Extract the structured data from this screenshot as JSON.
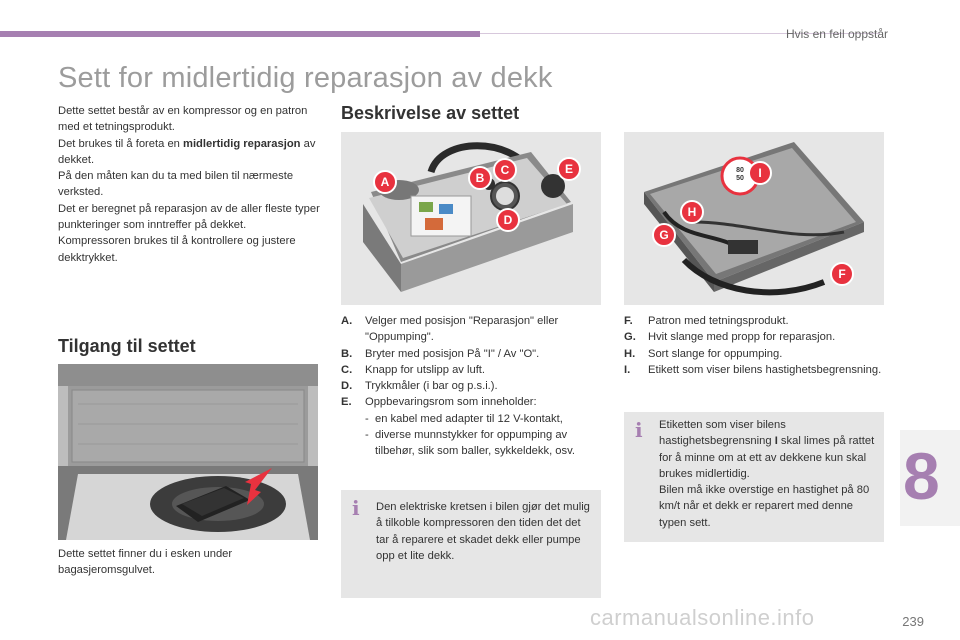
{
  "header": {
    "section": "Hvis en feil oppstår"
  },
  "title": "Sett for midlertidig reparasjon av dekk",
  "intro": [
    {
      "pre": "Dette settet består av en kompressor og en patron med et tetningsprodukt.",
      "bold": "",
      "post": ""
    },
    {
      "pre": "Det brukes til å foreta en ",
      "bold": "midlertidig reparasjon",
      "post": " av dekket."
    },
    {
      "pre": "På den måten kan du ta med bilen til nærmeste verksted.",
      "bold": "",
      "post": ""
    },
    {
      "pre": "Det er beregnet på reparasjon av de aller fleste typer punkteringer som inntreffer på dekket.",
      "bold": "",
      "post": ""
    },
    {
      "pre": "Kompressoren brukes til å kontrollere og justere dekktrykket.",
      "bold": "",
      "post": ""
    }
  ],
  "access": {
    "heading": "Tilgang til settet",
    "caption": "Dette settet finner du i esken under bagasjeromsgulvet."
  },
  "description": {
    "heading": "Beskrivelse av settet",
    "left_items": [
      {
        "letter": "A.",
        "text": "Velger med posisjon \"Reparasjon\" eller \"Oppumping\"."
      },
      {
        "letter": "B.",
        "text": "Bryter med posisjon På \"I\" / Av \"O\"."
      },
      {
        "letter": "C.",
        "text": "Knapp for utslipp av luft."
      },
      {
        "letter": "D.",
        "text": "Trykkmåler (i bar og p.s.i.)."
      },
      {
        "letter": "E.",
        "text": "Oppbevaringsrom som inneholder:"
      }
    ],
    "e_subitems": [
      "en kabel med adapter til 12 V-kontakt,",
      "diverse munnstykker for oppumping av tilbehør, slik som baller, sykkeldekk, osv."
    ],
    "right_items": [
      {
        "letter": "F.",
        "text": "Patron med tetningsprodukt."
      },
      {
        "letter": "G.",
        "text": "Hvit slange med propp for reparasjon."
      },
      {
        "letter": "H.",
        "text": "Sort slange for oppumping."
      },
      {
        "letter": "I.",
        "text": "Etikett som viser bilens hastighetsbegrensning."
      }
    ]
  },
  "info_left": {
    "text": "Den elektriske kretsen i bilen gjør det mulig å tilkoble kompressoren den tiden det det tar å reparere et skadet dekk eller pumpe opp et lite dekk."
  },
  "info_right": {
    "p1_pre": "Etiketten som viser bilens hastighetsbegrensning ",
    "p1_bold": "I",
    "p1_post": " skal limes på rattet for å minne om at ett av dekkene kun skal brukes midlertidig.",
    "p2": "Bilen må ikke overstige en hastighet på 80 km/t når et dekk er reparert med denne typen sett."
  },
  "callouts_left": [
    "A",
    "B",
    "C",
    "D",
    "E"
  ],
  "callouts_right": [
    "I",
    "H",
    "G",
    "F"
  ],
  "sticker": {
    "line1": "80",
    "line2": "50"
  },
  "chapter": "8",
  "page_number": "239",
  "watermark": "carmanualsonline.info",
  "colors": {
    "accent": "#a67fb1",
    "callout": "#e8323f",
    "info_icon": "#a67fb1",
    "box_bg": "#e6e6e6"
  }
}
